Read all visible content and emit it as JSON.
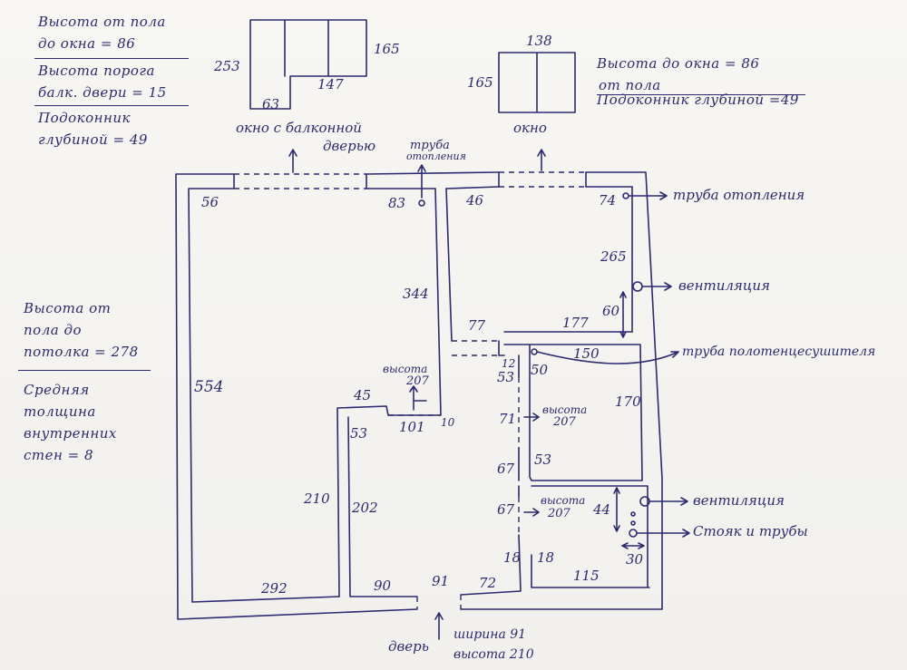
{
  "notes": {
    "top_left": [
      "Высота от пола",
      "до окна = 86",
      "Высота порога",
      "балк. двери = 15",
      "Подоконник",
      "глубиной = 49"
    ],
    "top_right": [
      "Высота до окна = 86",
      "от пола",
      "Подоконник глубиной =49"
    ],
    "left_middle": [
      "Высота от",
      "пола до",
      "потолка = 278",
      "Средняя",
      "толщина",
      "внутренних",
      "стен = 8"
    ]
  },
  "windows": {
    "balcony": {
      "label_line1": "окно с балконной",
      "label_line2": "дверью",
      "dims": [
        "253",
        "165",
        "147",
        "63"
      ]
    },
    "window": {
      "label": "окно",
      "dims": [
        "138",
        "165"
      ]
    }
  },
  "callouts": {
    "heating_pipe_top": [
      "труба",
      "отопления"
    ],
    "heating_pipe_right": "труба отопления",
    "ventilation_1": "вентиляция",
    "towel_rail": "труба полотенцесушителя",
    "ventilation_2": "вентиляция",
    "riser": "Стояк и трубы",
    "entry_door": "дверь",
    "door_width": "ширина 91",
    "door_height": "высота 210"
  },
  "heights": [
    "высота",
    "207"
  ],
  "dims": {
    "d56": "56",
    "d83": "83",
    "d46": "46",
    "d74": "74",
    "d265": "265",
    "d344": "344",
    "d60": "60",
    "d77": "77",
    "d177": "177",
    "d12": "12",
    "d50": "50",
    "d150": "150",
    "d53a": "53",
    "d554": "554",
    "d45": "45",
    "d53b": "53",
    "d101": "101",
    "d10": "10",
    "d71": "71",
    "d170": "170",
    "d53c": "53",
    "d67a": "67",
    "d210": "210",
    "d202": "202",
    "d67b": "67",
    "d44": "44",
    "d18a": "18",
    "d18b": "18",
    "d30": "30",
    "d292": "292",
    "d90": "90",
    "d91": "91",
    "d72": "72",
    "d115": "115"
  }
}
